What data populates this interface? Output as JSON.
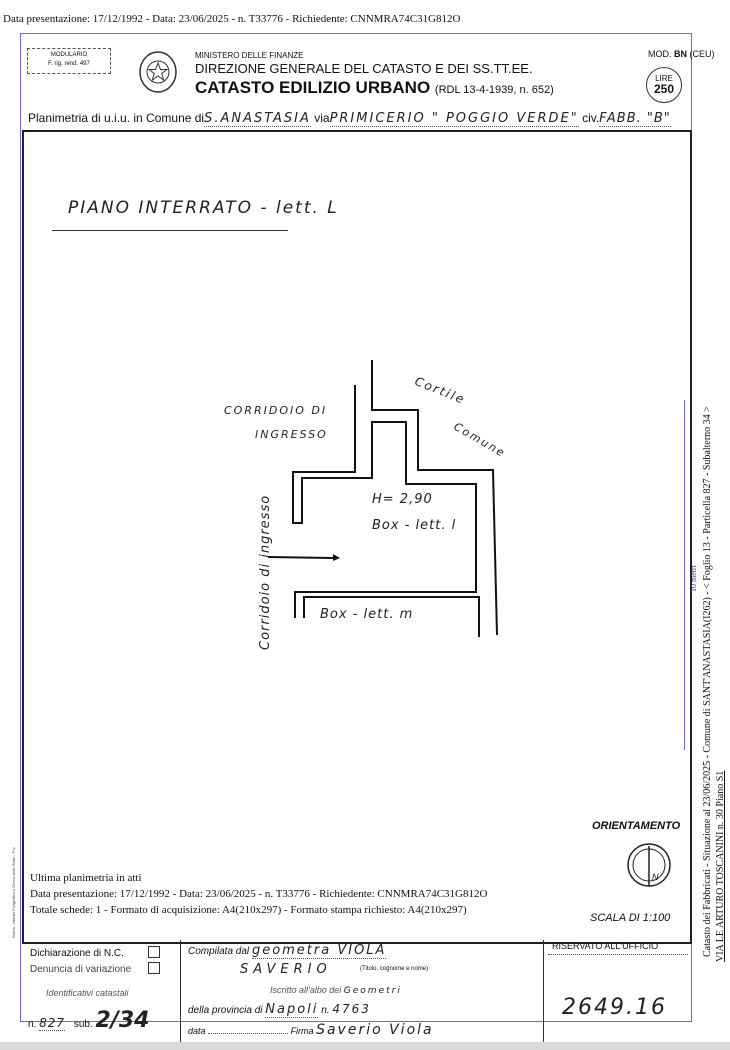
{
  "overlay": {
    "top_line": "Data presentazione: 17/12/1992 - Data: 23/06/2025 - n. T33776 - Richiedente: CNNMRA74C31G812O",
    "bottom_line1": "Data presentazione: 17/12/1992 - Data: 23/06/2025 - n. T33776 - Richiedente: CNNMRA74C31G812O",
    "bottom_line2": "Totale schede: 1 - Formato di acquisizione: A4(210x297) - Formato stampa richiesto: A4(210x297)",
    "ultima": "Ultima planimetria in atti",
    "side_line1": "Catasto dei Fabbricati - Situazione al 23/06/2025 - Comune di SANT'ANASTASIA(I262) - < Foglio 13 - Particella 827 - Subalterno 34 >",
    "side_line2": "VIA LE ARTURO TOSCANINI n. 30 Piano S1",
    "scale_label": "10 metri",
    "frame_color": "#6a6ad8"
  },
  "header": {
    "modulario": "MODULARIO",
    "modulario_sub": "F. rig. rend. 497",
    "ministry": "MINISTERO DELLE FINANZE",
    "direction": "DIREZIONE GENERALE DEL CATASTO E DEI SS.TT.EE.",
    "title": "CATASTO EDILIZIO URBANO",
    "title_ref": "(RDL 13-4-1939, n. 652)",
    "mod": "MOD.",
    "mod_bold": "BN",
    "mod_suffix": "(CEU)",
    "lire_label": "LIRE",
    "lire_value": "250",
    "emblem_icon": "italian-republic-emblem-icon"
  },
  "planimetria": {
    "prefix": "Planimetria di u.i.u. in Comune di",
    "comune": "S.ANASTASIA",
    "via_label": "via",
    "via": "PRIMICERIO \" POGGIO VERDE\"",
    "civ_label": "civ.",
    "civ": "FABB. \"B\""
  },
  "drawing": {
    "floor_title": "PIANO INTERRATO - lett. L",
    "corridor_top1": "CORRIDOIO DI",
    "corridor_top2": "INGRESSO",
    "cortile1": "Cortile",
    "cortile2": "Comune",
    "height": "H= 2,90",
    "box_l": "Box - lett. l",
    "box_m": "Box - lett. m",
    "corridor_vertical": "Corridoio di ingresso"
  },
  "orientation": {
    "label": "ORIENTAMENTO",
    "north": "N",
    "scale": "SCALA DI 1:100"
  },
  "footer": {
    "dichiarazione_nc": "Dichiarazione di N.C.",
    "denuncia": "Denuncia di variazione",
    "identificativi": "Identificativi catastali",
    "n_label": "n.",
    "n_value": "827",
    "sub_label": "sub.",
    "sub_value": "2/34",
    "compilata_label": "Compilata dal",
    "compilata_value": "geometra VIOLA",
    "titolo_hint": "(Titolo, cognome e nome)",
    "nome_value": "SAVERIO",
    "iscritto_label": "Iscritto all'albo dei",
    "iscritto_value": "Geometri",
    "provincia_label": "della provincia di",
    "provincia_value": "Napoli",
    "prov_n_label": "n.",
    "prov_n_value": "4763",
    "data_label": "data",
    "firma_label": "Firma",
    "firma_value": "Saverio Viola",
    "riservato": "RISERVATO ALL'UFFICIO",
    "riservato_value": "2649.16",
    "side_print": "Roma - Istituto Poligrafico e Zecca dello Stato - P.V."
  }
}
